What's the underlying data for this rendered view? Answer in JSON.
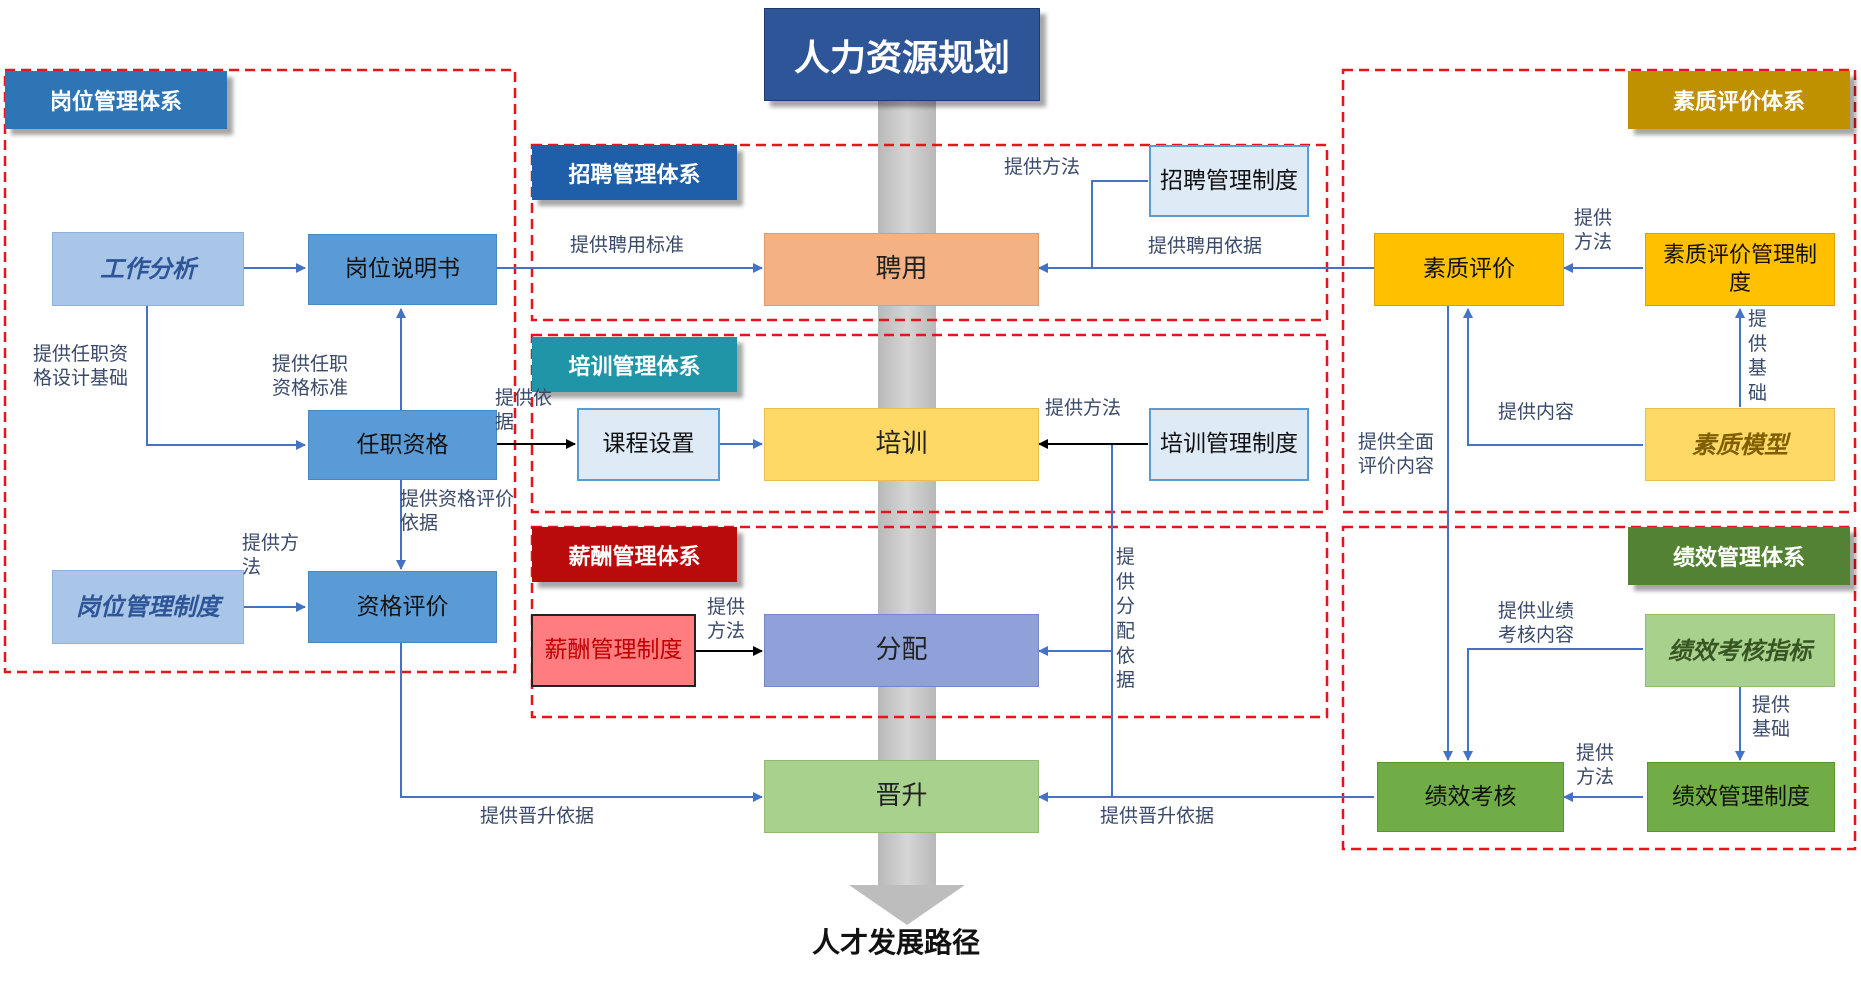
{
  "title": "人力资源规划",
  "bottom_label": "人才发展路径",
  "sections": {
    "post_mgmt": "岗位管理体系",
    "recruit": "招聘管理体系",
    "training": "培训管理体系",
    "salary": "薪酬管理体系",
    "quality": "素质评价体系",
    "perf": "绩效管理体系"
  },
  "nodes": {
    "job_analysis": "工作分析",
    "job_desc": "岗位说明书",
    "qualification": "任职资格",
    "qual_eval": "资格评价",
    "post_system": "岗位管理制度",
    "hire": "聘用",
    "recruit_sys": "招聘管理制度",
    "course": "课程设置",
    "train": "培训",
    "train_sys": "培训管理制度",
    "salary_sys": "薪酬管理制度",
    "distribute": "分配",
    "promote": "晋升",
    "quality_eval": "素质评价",
    "quality_sys": "素质评价管理制度",
    "quality_model": "素质模型",
    "perf_kpi": "绩效考核指标",
    "perf_assess": "绩效考核",
    "perf_sys": "绩效管理制度"
  },
  "edge_labels": {
    "provide_qual_basis": "提供任职资格设计基础",
    "provide_qual_std": "提供任职资格标准",
    "provide_basis_cut": "提供依据",
    "provide_qual_eval_basis": "提供资格评价依据",
    "provide_method_post": "提供方法",
    "provide_hire_std": "提供聘用标准",
    "provide_method_recruit": "提供方法",
    "provide_hire_basis": "提供聘用依据",
    "provide_method_train": "提供方法",
    "provide_dist_basis": "提供分配依据",
    "provide_method_salary": "提供方法",
    "provide_promote_basis_left": "提供晋升依据",
    "provide_promote_basis_right": "提供晋升依据",
    "provide_method_quality": "提供方法",
    "provide_foundation_quality": "提供基础",
    "provide_content": "提供内容",
    "provide_full_eval": "提供全面评价内容",
    "provide_perf_content": "提供业绩考核内容",
    "provide_foundation_perf": "提供基础",
    "provide_method_perf": "提供方法"
  },
  "colors": {
    "dark_blue": "#2e5597",
    "mid_blue": "#2e75b6",
    "light_blue": "#5b9bd5",
    "pale_blue": "#a9c6e8",
    "recruit_blue": "#1f5ea8",
    "teal": "#2195a8",
    "dark_red": "#b90b0b",
    "gold": "#bf9000",
    "green": "#548235",
    "orange_box": "#f4b183",
    "yellow_box": "#ffd966",
    "purple_box": "#8ea2d9",
    "green_box": "#a9d18e",
    "pink_box": "#ff7c80",
    "amber": "#ffc000",
    "perf_green": "#70ad47",
    "dashed_red": "#e8141b",
    "arrow_blue": "#4472c4"
  }
}
